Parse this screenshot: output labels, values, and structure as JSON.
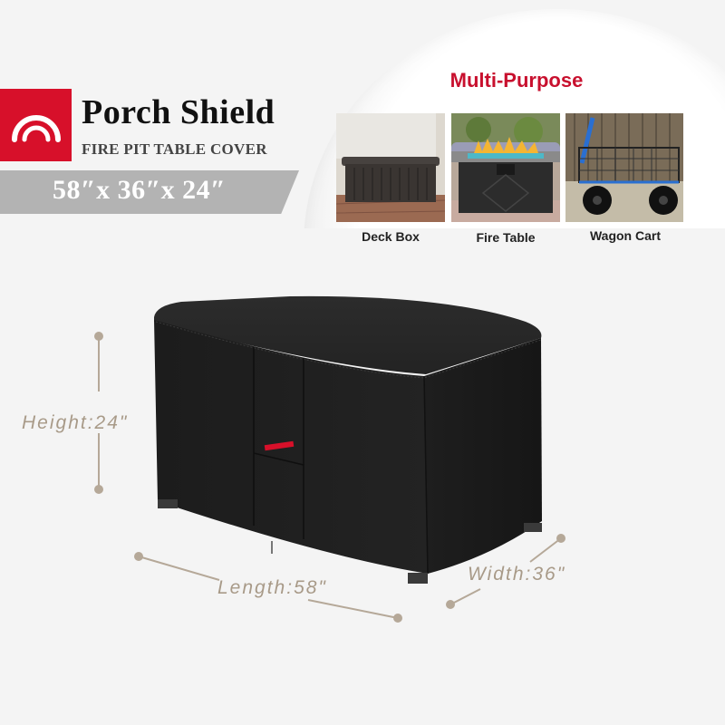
{
  "brand": {
    "name": "Porch Shield",
    "subtitle": "FIRE PIT TABLE COVER",
    "dimensions_banner": "58″x 36″x 24″",
    "logo_icon": "arch-rainbow-icon",
    "colors": {
      "brand_red": "#d7102a",
      "banner_gray": "#b3b3b3",
      "text_dark": "#111111"
    }
  },
  "multi_purpose": {
    "title": "Multi-Purpose",
    "title_color": "#c8102e",
    "uses": [
      {
        "label": "Deck Box",
        "image": "deck-box-photo"
      },
      {
        "label": "Fire Table",
        "image": "fire-table-photo"
      },
      {
        "label": "Wagon Cart",
        "image": "wagon-cart-photo"
      }
    ]
  },
  "product": {
    "image": "black-rectangular-cover",
    "tag_color": "#d7102a"
  },
  "measurements": {
    "height": "Height:24\"",
    "length": "Length:58\"",
    "width": "Width:36\"",
    "line_color": "#b5a898"
  }
}
